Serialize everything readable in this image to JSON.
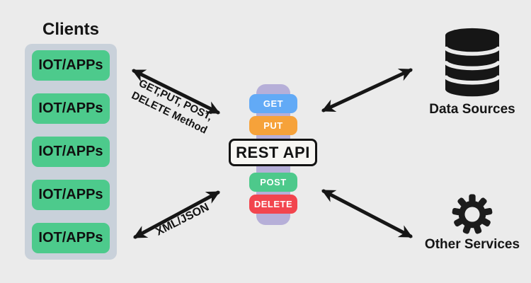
{
  "diagram": {
    "clients": {
      "title": "Clients",
      "items": [
        "IOT/APPs",
        "IOT/APPs",
        "IOT/APPs",
        "IOT/APPs",
        "IOT/APPs"
      ]
    },
    "api": {
      "label": "REST API",
      "methods": [
        {
          "name": "GET",
          "color": "#62aaf6"
        },
        {
          "name": "PUT",
          "color": "#f6a23a"
        },
        {
          "name": "POST",
          "color": "#4dc98b"
        },
        {
          "name": "DELETE",
          "color": "#f2454e"
        }
      ]
    },
    "arrow_labels": {
      "methods_line1": "GET,PUT, POST,",
      "methods_line2": "DELETE Method",
      "format": "XML/JSON"
    },
    "targets": {
      "data_sources": {
        "label": "Data Sources",
        "icon": "database-icon"
      },
      "other_services": {
        "label": "Other Services",
        "icon": "gear-icon"
      }
    },
    "colors": {
      "background": "#ebebeb",
      "client_container": "#c9d1da",
      "client_box": "#4dca8c",
      "api_pill": "#b6afd8",
      "rest_api_box_bg": "#f7f6f3",
      "arrow": "#161616",
      "icon": "#161616"
    }
  }
}
